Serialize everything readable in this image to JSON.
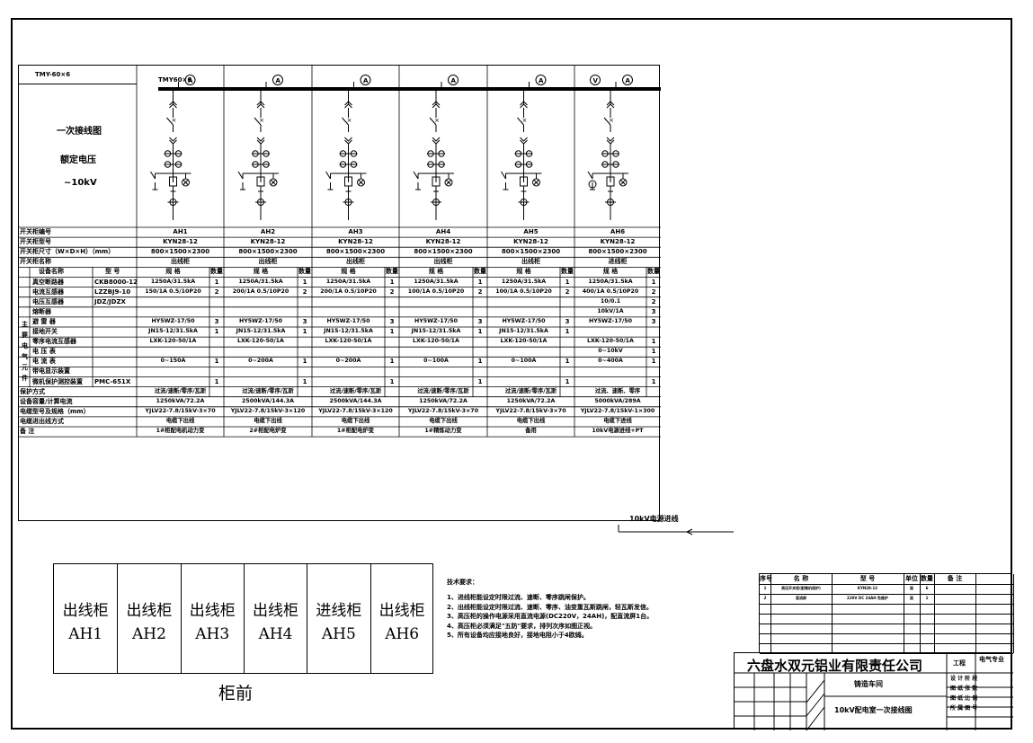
{
  "left_header": {
    "busbar": "TMY-60×6",
    "title": "一次接线图",
    "rated_voltage_label": "额定电压",
    "rated_voltage_value": "~10kV"
  },
  "busbar_label": "TMY60×6",
  "row_labels": [
    "开关柜编号",
    "开关柜型号",
    "开关柜尺寸（W×D×H）（mm）",
    "开关柜名称"
  ],
  "side_label": "主要电气元件",
  "component_header": {
    "name": "设备名称",
    "model": "型  号",
    "spec": "规  格",
    "qty": "数量"
  },
  "components": [
    {
      "name": "真空断路器",
      "model": "CKB8000-12"
    },
    {
      "name": "电流互感器",
      "model": "LZZBJ9-10"
    },
    {
      "name": "电压互感器",
      "model": "JDZ/JDZX"
    },
    {
      "name": "熔断器",
      "model": ""
    },
    {
      "name": "避 雷 器",
      "model": ""
    },
    {
      "name": "接地开关",
      "model": ""
    },
    {
      "name": "零序电流互感器",
      "model": ""
    },
    {
      "name": "电 压 表",
      "model": ""
    },
    {
      "name": "电 流 表",
      "model": ""
    },
    {
      "name": "带电显示装置",
      "model": ""
    },
    {
      "name": "微机保护测控装置",
      "model": "PMC-651X"
    }
  ],
  "bottom_labels": [
    "保护方式",
    "设备容量/计算电流",
    "电缆型号及规格（mm）",
    "电缆进出线方式",
    "备    注"
  ],
  "panels": [
    {
      "id": "AH1",
      "model": "KYN28-12",
      "size": "800×1500×2300",
      "name": "出线柜",
      "specs": [
        [
          "1250A/31.5kA",
          "1"
        ],
        [
          "150/1A 0.5/10P20",
          "2"
        ],
        [
          "",
          ""
        ],
        [
          "",
          ""
        ],
        [
          "HY5WZ-17/50",
          "3"
        ],
        [
          "JN15-12/31.5kA",
          "1"
        ],
        [
          "LXK-120-50/1A",
          ""
        ],
        [
          "",
          ""
        ],
        [
          "0~150A",
          "1"
        ],
        [
          "",
          ""
        ],
        [
          "",
          "1"
        ]
      ],
      "protection": "过流/速断/零序/瓦斯",
      "capacity": "1250kVA/72.2A",
      "cable": "YJLV22-7.8/15kV-3×70",
      "route": "电缆下出线",
      "remark": "1#柜配电机动力变"
    },
    {
      "id": "AH2",
      "model": "KYN28-12",
      "size": "800×1500×2300",
      "name": "出线柜",
      "specs": [
        [
          "1250A/31.5kA",
          "1"
        ],
        [
          "200/1A 0.5/10P20",
          "2"
        ],
        [
          "",
          ""
        ],
        [
          "",
          ""
        ],
        [
          "HY5WZ-17/50",
          "3"
        ],
        [
          "JN15-12/31.5kA",
          "1"
        ],
        [
          "LXK-120-50/1A",
          ""
        ],
        [
          "",
          ""
        ],
        [
          "0~200A",
          "1"
        ],
        [
          "",
          ""
        ],
        [
          "",
          "1"
        ]
      ],
      "protection": "过流/速断/零序/瓦斯",
      "capacity": "2500kVA/144.3A",
      "cable": "YJLV22-7.8/15kV-3×120",
      "route": "电缆下出线",
      "remark": "2#柜配电炉变"
    },
    {
      "id": "AH3",
      "model": "KYN28-12",
      "size": "800×1500×2300",
      "name": "出线柜",
      "specs": [
        [
          "1250A/31.5kA",
          "1"
        ],
        [
          "200/1A 0.5/10P20",
          "2"
        ],
        [
          "",
          ""
        ],
        [
          "",
          ""
        ],
        [
          "HY5WZ-17/50",
          "3"
        ],
        [
          "JN15-12/31.5kA",
          "1"
        ],
        [
          "LXK-120-50/1A",
          ""
        ],
        [
          "",
          ""
        ],
        [
          "0~200A",
          "1"
        ],
        [
          "",
          ""
        ],
        [
          "",
          "1"
        ]
      ],
      "protection": "过流/速断/零序/瓦斯",
      "capacity": "2500kVA/144.3A",
      "cable": "YJLV22-7.8/15kV-3×120",
      "route": "电缆下出线",
      "remark": "1#柜配电炉变"
    },
    {
      "id": "AH4",
      "model": "KYN28-12",
      "size": "800×1500×2300",
      "name": "出线柜",
      "specs": [
        [
          "1250A/31.5kA",
          "1"
        ],
        [
          "100/1A 0.5/10P20",
          "2"
        ],
        [
          "",
          ""
        ],
        [
          "",
          ""
        ],
        [
          "HY5WZ-17/50",
          "3"
        ],
        [
          "JN15-12/31.5kA",
          "1"
        ],
        [
          "LXK-120-50/1A",
          ""
        ],
        [
          "",
          ""
        ],
        [
          "0~100A",
          "1"
        ],
        [
          "",
          ""
        ],
        [
          "",
          "1"
        ]
      ],
      "protection": "过流/速断/零序/瓦斯",
      "capacity": "1250kVA/72.2A",
      "cable": "YJLV22-7.8/15kV-3×70",
      "route": "电缆下出线",
      "remark": "1#精炼动力变"
    },
    {
      "id": "AH5",
      "model": "KYN28-12",
      "size": "800×1500×2300",
      "name": "出线柜",
      "specs": [
        [
          "1250A/31.5kA",
          "1"
        ],
        [
          "100/1A 0.5/10P20",
          "2"
        ],
        [
          "",
          ""
        ],
        [
          "",
          ""
        ],
        [
          "HY5WZ-17/50",
          "3"
        ],
        [
          "JN15-12/31.5kA",
          "1"
        ],
        [
          "LXK-120-50/1A",
          ""
        ],
        [
          "",
          ""
        ],
        [
          "0~100A",
          "1"
        ],
        [
          "",
          ""
        ],
        [
          "",
          "1"
        ]
      ],
      "protection": "过流/速断/零序/瓦斯",
      "capacity": "1250kVA/72.2A",
      "cable": "YJLV22-7.8/15kV-3×70",
      "route": "电缆下出线",
      "remark": "备用"
    },
    {
      "id": "AH6",
      "model": "KYN28-12",
      "size": "800×1500×2300",
      "name": "进线柜",
      "specs": [
        [
          "1250A/31.5kA",
          "1"
        ],
        [
          "400/1A 0.5/10P20",
          "2"
        ],
        [
          "10/0.1",
          "2"
        ],
        [
          "10kV/1A",
          "3"
        ],
        [
          "HY5WZ-17/50",
          "3"
        ],
        [
          "",
          ""
        ],
        [
          "LXK-120-50/1A",
          "1"
        ],
        [
          "0~10kV",
          "1"
        ],
        [
          "0~400A",
          "1"
        ],
        [
          "",
          ""
        ],
        [
          "",
          "1"
        ]
      ],
      "protection": "过流、速断、零序",
      "capacity": "5000kVA/289A",
      "cable": "YJLV22-7.8/15kV-1×300",
      "route": "电缆下进线",
      "remark": "10kV电源进线+PT"
    }
  ],
  "incoming_label": "10kV电源进线",
  "front_view": {
    "panels": [
      {
        "name": "出线柜",
        "id": "AH1"
      },
      {
        "name": "出线柜",
        "id": "AH2"
      },
      {
        "name": "出线柜",
        "id": "AH3"
      },
      {
        "name": "出线柜",
        "id": "AH4"
      },
      {
        "name": "进线柜",
        "id": "AH5"
      },
      {
        "name": "出线柜",
        "id": "AH6"
      }
    ],
    "caption": "柜前"
  },
  "tech_notes": {
    "title": "技术要求：",
    "lines": [
      "1、进线柜能设定时限过流、速断、零序跳闸保护。",
      "2、出线柜能设定时限过流、速断、零序、油变重瓦斯跳闸，轻瓦斯发信。",
      "3、高压柜的操作电源采用直流电源(DC220V，24AH)，配直流屏1台。",
      "4、高压柜必须满足\"五防\"要求，排列次序如图正视。",
      "5、所有设备均应接地良好，接地电阻小于4欧姆。"
    ]
  },
  "parts_table": {
    "header": [
      "序号",
      "名  称",
      "型  号",
      "单位",
      "数量",
      "备  注"
    ],
    "rows": [
      [
        "1",
        "高压开关柜(配微机保护)",
        "KYN28-12",
        "面",
        "6",
        ""
      ],
      [
        "2",
        "直流屏",
        "220V DC 24AH 免维护",
        "面",
        "1",
        ""
      ]
    ]
  },
  "title_block": {
    "company": "六盘水双元铝业有限责任公司",
    "project_label": "工程",
    "discipline": "电气专业",
    "workshop": "铸造车间",
    "drawing_title": "10kV配电室一次接线图",
    "right_labels": [
      "设 计 阶 段",
      "图 纸 张 数",
      "图 纸 比 例",
      "所 属 图 号"
    ]
  }
}
